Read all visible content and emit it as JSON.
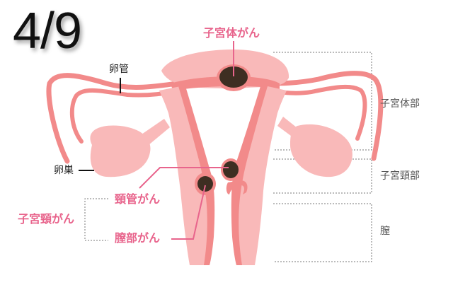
{
  "page_counter": "4/9",
  "labels": {
    "fallopian_tube": "卵管",
    "ovary": "卵巣",
    "uterine_body_cancer": "子宮体がん",
    "cervical_canal_cancer": "頸管がん",
    "vaginal_part_cancer": "膣部がん",
    "cervical_cancer": "子宮頸がん"
  },
  "regions": {
    "uterine_body": "子宮体部",
    "cervix": "子宮頸部",
    "vagina": "膣"
  },
  "colors": {
    "tissue_light": "#f9b9b9",
    "tissue_dark": "#f28a8a",
    "tumor": "#3e2e22",
    "label_pink": "#e8648c"
  }
}
